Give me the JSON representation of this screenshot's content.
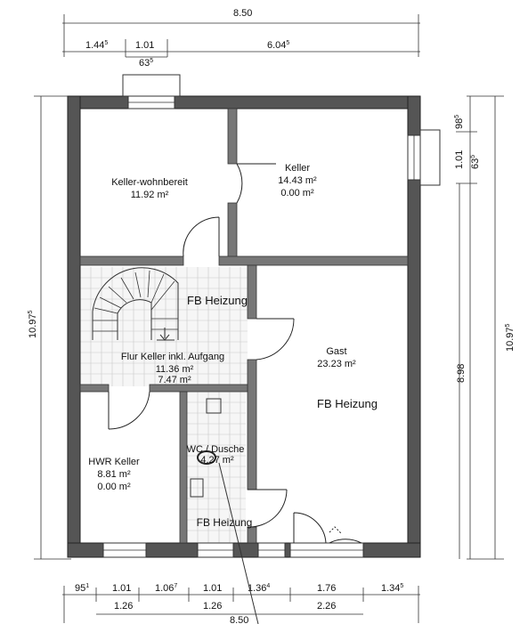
{
  "dimensions": {
    "top_total": "8.50",
    "top_a": "1.44",
    "top_a_sup": "5",
    "top_b": "1.01",
    "top_c": "6.04",
    "top_c_sup": "5",
    "top_sub": "63",
    "top_sub_sup": "5",
    "left_total": "10.97",
    "left_total_sup": "5",
    "right_total": "10.97",
    "right_total_sup": "5",
    "right_inner": "8.98",
    "right_win_a": "98",
    "right_win_a_sup": "5",
    "right_win_b": "1.01",
    "right_win_c": "63",
    "right_win_c_sup": "5",
    "bottom_1": "95",
    "bottom_1_sup": "1",
    "bottom_2": "1.01",
    "bottom_3": "1.06",
    "bottom_3_sup": "7",
    "bottom_4": "1.01",
    "bottom_5": "1.36",
    "bottom_5_sup": "4",
    "bottom_6": "1.76",
    "bottom_7": "1.34",
    "bottom_7_sup": "5",
    "bottom_sub_1": "1.26",
    "bottom_sub_2": "1.26",
    "bottom_sub_3": "2.26",
    "bottom_total": "8.50"
  },
  "rooms": {
    "keller_wohn": {
      "name": "Keller-wohnbereit",
      "area": "11.92 m²"
    },
    "keller": {
      "name": "Keller",
      "area": "14.43 m²",
      "area2": "0.00 m²"
    },
    "flur": {
      "heating": "FB Heizung",
      "name": "Flur Keller inkl. Aufgang",
      "area": "11.36 m²",
      "area2": "7.47 m²"
    },
    "gast": {
      "name": "Gast",
      "area": "23.23 m²",
      "heating": "FB Heizung"
    },
    "hwr": {
      "name": "HWR Keller",
      "area": "8.81 m²",
      "area2": "0.00 m²"
    },
    "wc": {
      "name": "WC / Dusche",
      "area": "4.27 m²",
      "heating": "FB Heizung"
    }
  }
}
